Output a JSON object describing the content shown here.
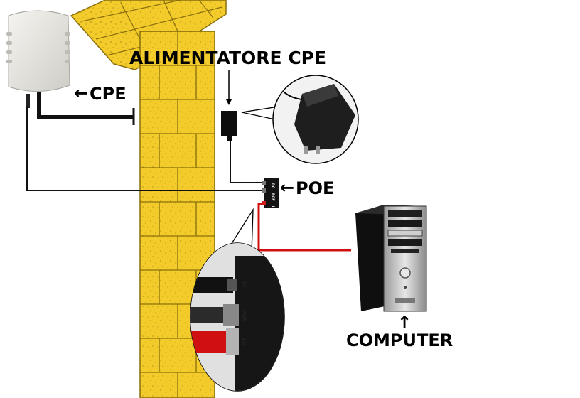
{
  "labels": {
    "alimentatore": "ALIMENTATORE CPE",
    "cpe": "CPE",
    "poe": "POE",
    "computer": "COMPUTER"
  },
  "poe_ports": {
    "dc": "DC",
    "poe": "POE",
    "lan": "LAN"
  },
  "arrows": {
    "left": "←",
    "up": "↑"
  },
  "colors": {
    "brick": "#F3CB2A",
    "mortar": "#BFA43A",
    "lan_cable": "#D01010",
    "cable": "#111111",
    "device_housing": "#E6E5E0"
  }
}
